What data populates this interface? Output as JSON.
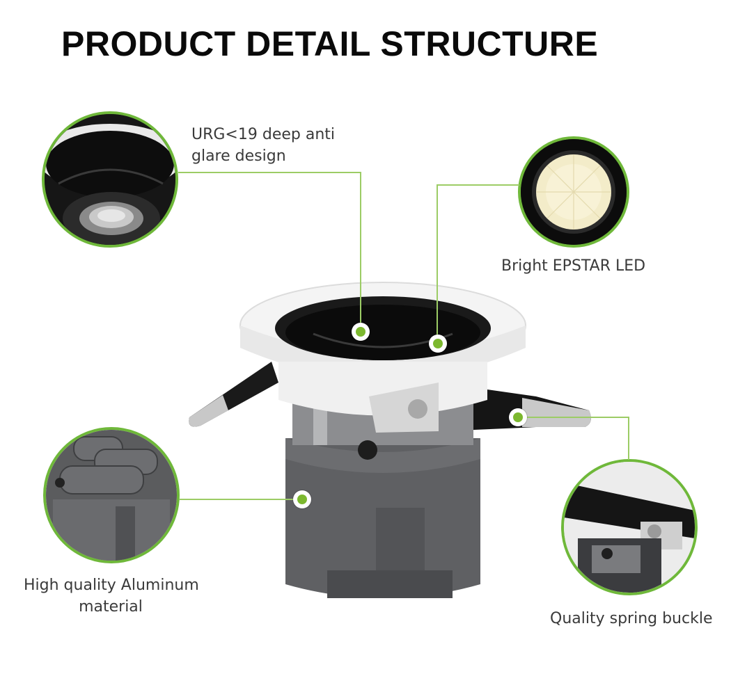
{
  "title": "PRODUCT DETAIL STRUCTURE",
  "callouts": {
    "glare": {
      "line1": "URG<19 deep anti",
      "line2": "glare design"
    },
    "led": {
      "text": "Bright EPSTAR  LED"
    },
    "aluminum": {
      "line1": "High quality Aluminum",
      "line2": "material"
    },
    "spring": {
      "text": "Quality spring buckle"
    }
  },
  "colors": {
    "accent": "#7cb82f",
    "line": "#9ccc65",
    "body_gray": "#5f6063",
    "ring_white": "#f4f4f4",
    "reflector_black": "#141414"
  }
}
